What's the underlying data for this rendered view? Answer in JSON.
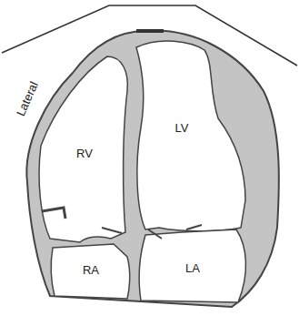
{
  "diagram": {
    "labels": [
      "Lateral",
      "RV",
      "LV",
      "RA",
      "LA"
    ]
  }
}
